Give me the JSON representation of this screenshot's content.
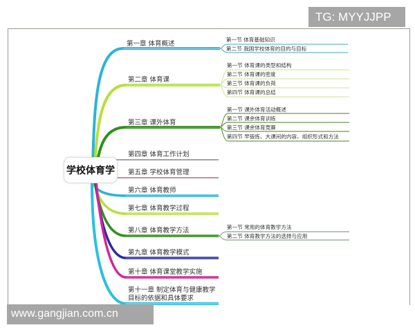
{
  "watermarks": {
    "top_right": "TG: MYYJJPP",
    "bottom_left": "www.gangjian.com.cn"
  },
  "mindmap": {
    "root": "学校体育学",
    "chapters": [
      {
        "label": "第一章 体育概述",
        "color": "#2bb4d8",
        "sections": [
          "第一节 体育基础知识",
          "第二节 我国学校体育的目的与目标"
        ]
      },
      {
        "label": "第二章 体育课",
        "color": "#b5e03a",
        "sections": [
          "第一节 体育课的类型和结构",
          "第二节 体育课的密度",
          "第三节 体育课的负荷",
          "第四节 体育课的总结"
        ]
      },
      {
        "label": "第三章 课外体育",
        "color": "#2f8f1e",
        "sections": [
          "第一节 课外体育活动概述",
          "第二节 课余体育训练",
          "第三节 课余体育竞赛",
          "第四节 早锻炼、大课间的内容、组织形式和方法"
        ]
      },
      {
        "label": "第四章 体育工作计划",
        "color": "#6a6a8a",
        "sections": []
      },
      {
        "label": "第五章 学校体育管理",
        "color": "#a04a6a",
        "sections": []
      },
      {
        "label": "第六章 体育教师",
        "color": "#2bb4d8",
        "sections": []
      },
      {
        "label": "第七章 体育教学过程",
        "color": "#b5e03a",
        "sections": []
      },
      {
        "label": "第八章 体育教学方法",
        "color": "#2f8f1e",
        "sections": [
          "第一节 常用的体育教学方法",
          "第二节 体育教学方法的选择与应用"
        ]
      },
      {
        "label": "第九章 体育教学模式",
        "color": "#2a2aa8",
        "sections": []
      },
      {
        "label": "第十章 体育课堂教学实施",
        "color": "#d6239a",
        "sections": []
      },
      {
        "label": "第十一章 制定体育与健康教学",
        "label2": "目标的依据和具体要求",
        "color": "#2bc0e0",
        "sections": []
      }
    ]
  }
}
